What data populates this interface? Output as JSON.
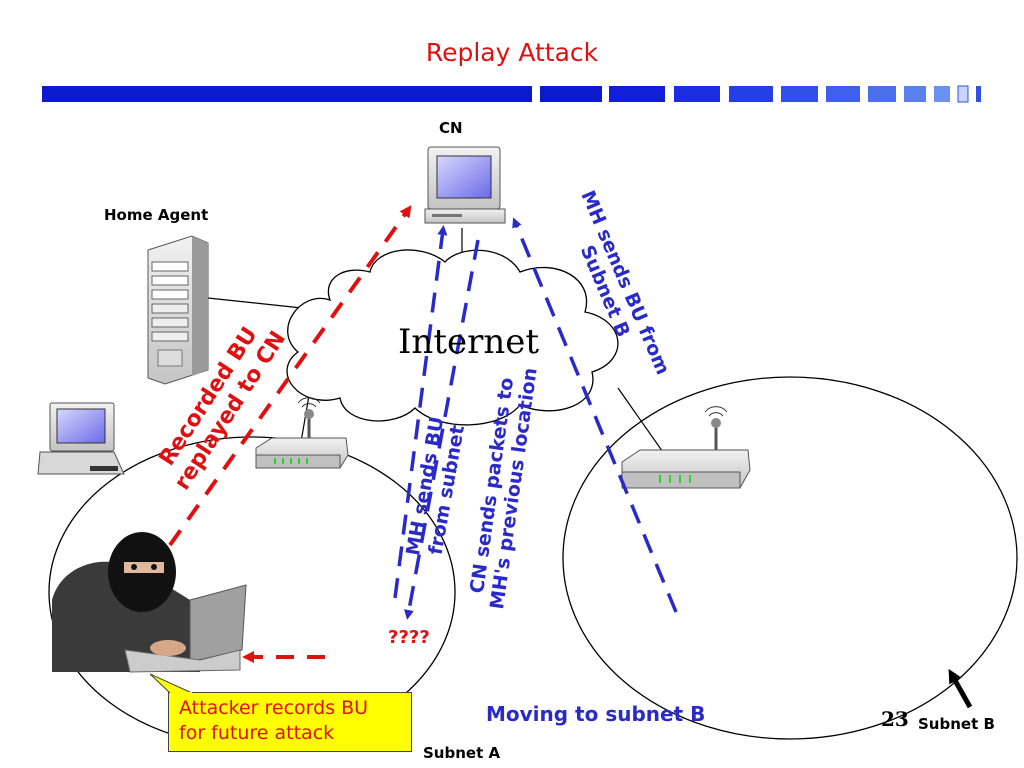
{
  "slide": {
    "title": "Replay Attack",
    "page_number": "23"
  },
  "nodes": {
    "cn": "CN",
    "home_agent": "Home Agent",
    "internet": "Internet",
    "subnet_a": "Subnet A",
    "subnet_b": "Subnet B",
    "unknown_destination": "????"
  },
  "edge_labels": {
    "mh_sends_bu_from_subnet_b": [
      "MH sends BU from",
      "Subnet B"
    ],
    "recorded_bu_replayed": [
      "Recorded BU",
      "replayed to CN"
    ],
    "mh_sends_bu_from_subnet": [
      "MH sends BU",
      "from subnet"
    ],
    "cn_sends_packets": [
      "CN sends packets to",
      "MH's previous location"
    ]
  },
  "annotations": {
    "moving": "Moving to subnet B",
    "callout": [
      "Attacker records BU",
      "for future attack"
    ]
  },
  "colors": {
    "title": "#e01010",
    "header_bar": "#0a1acf",
    "blue_arrow": "#2a2ac8",
    "red_arrow": "#e01010",
    "callout_bg": "#ffff00"
  }
}
